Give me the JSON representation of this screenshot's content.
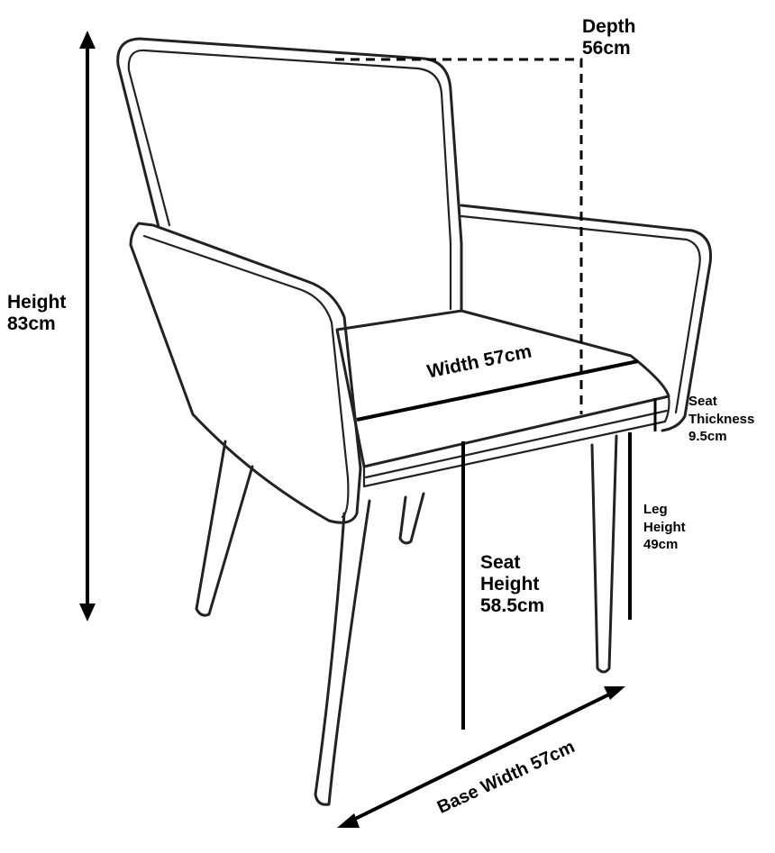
{
  "labels": {
    "depth_title": "Depth",
    "depth_value": "56cm",
    "height_title": "Height",
    "height_value": "83cm",
    "width": "Width 57cm",
    "seat_thickness_1": "Seat",
    "seat_thickness_2": "Thickness",
    "seat_thickness_3": "9.5cm",
    "leg_height_1": "Leg",
    "leg_height_2": "Height",
    "leg_height_3": "49cm",
    "seat_height_1": "Seat",
    "seat_height_2": "Height",
    "seat_height_3": "58.5cm",
    "base_width": "Base Width 57cm"
  }
}
